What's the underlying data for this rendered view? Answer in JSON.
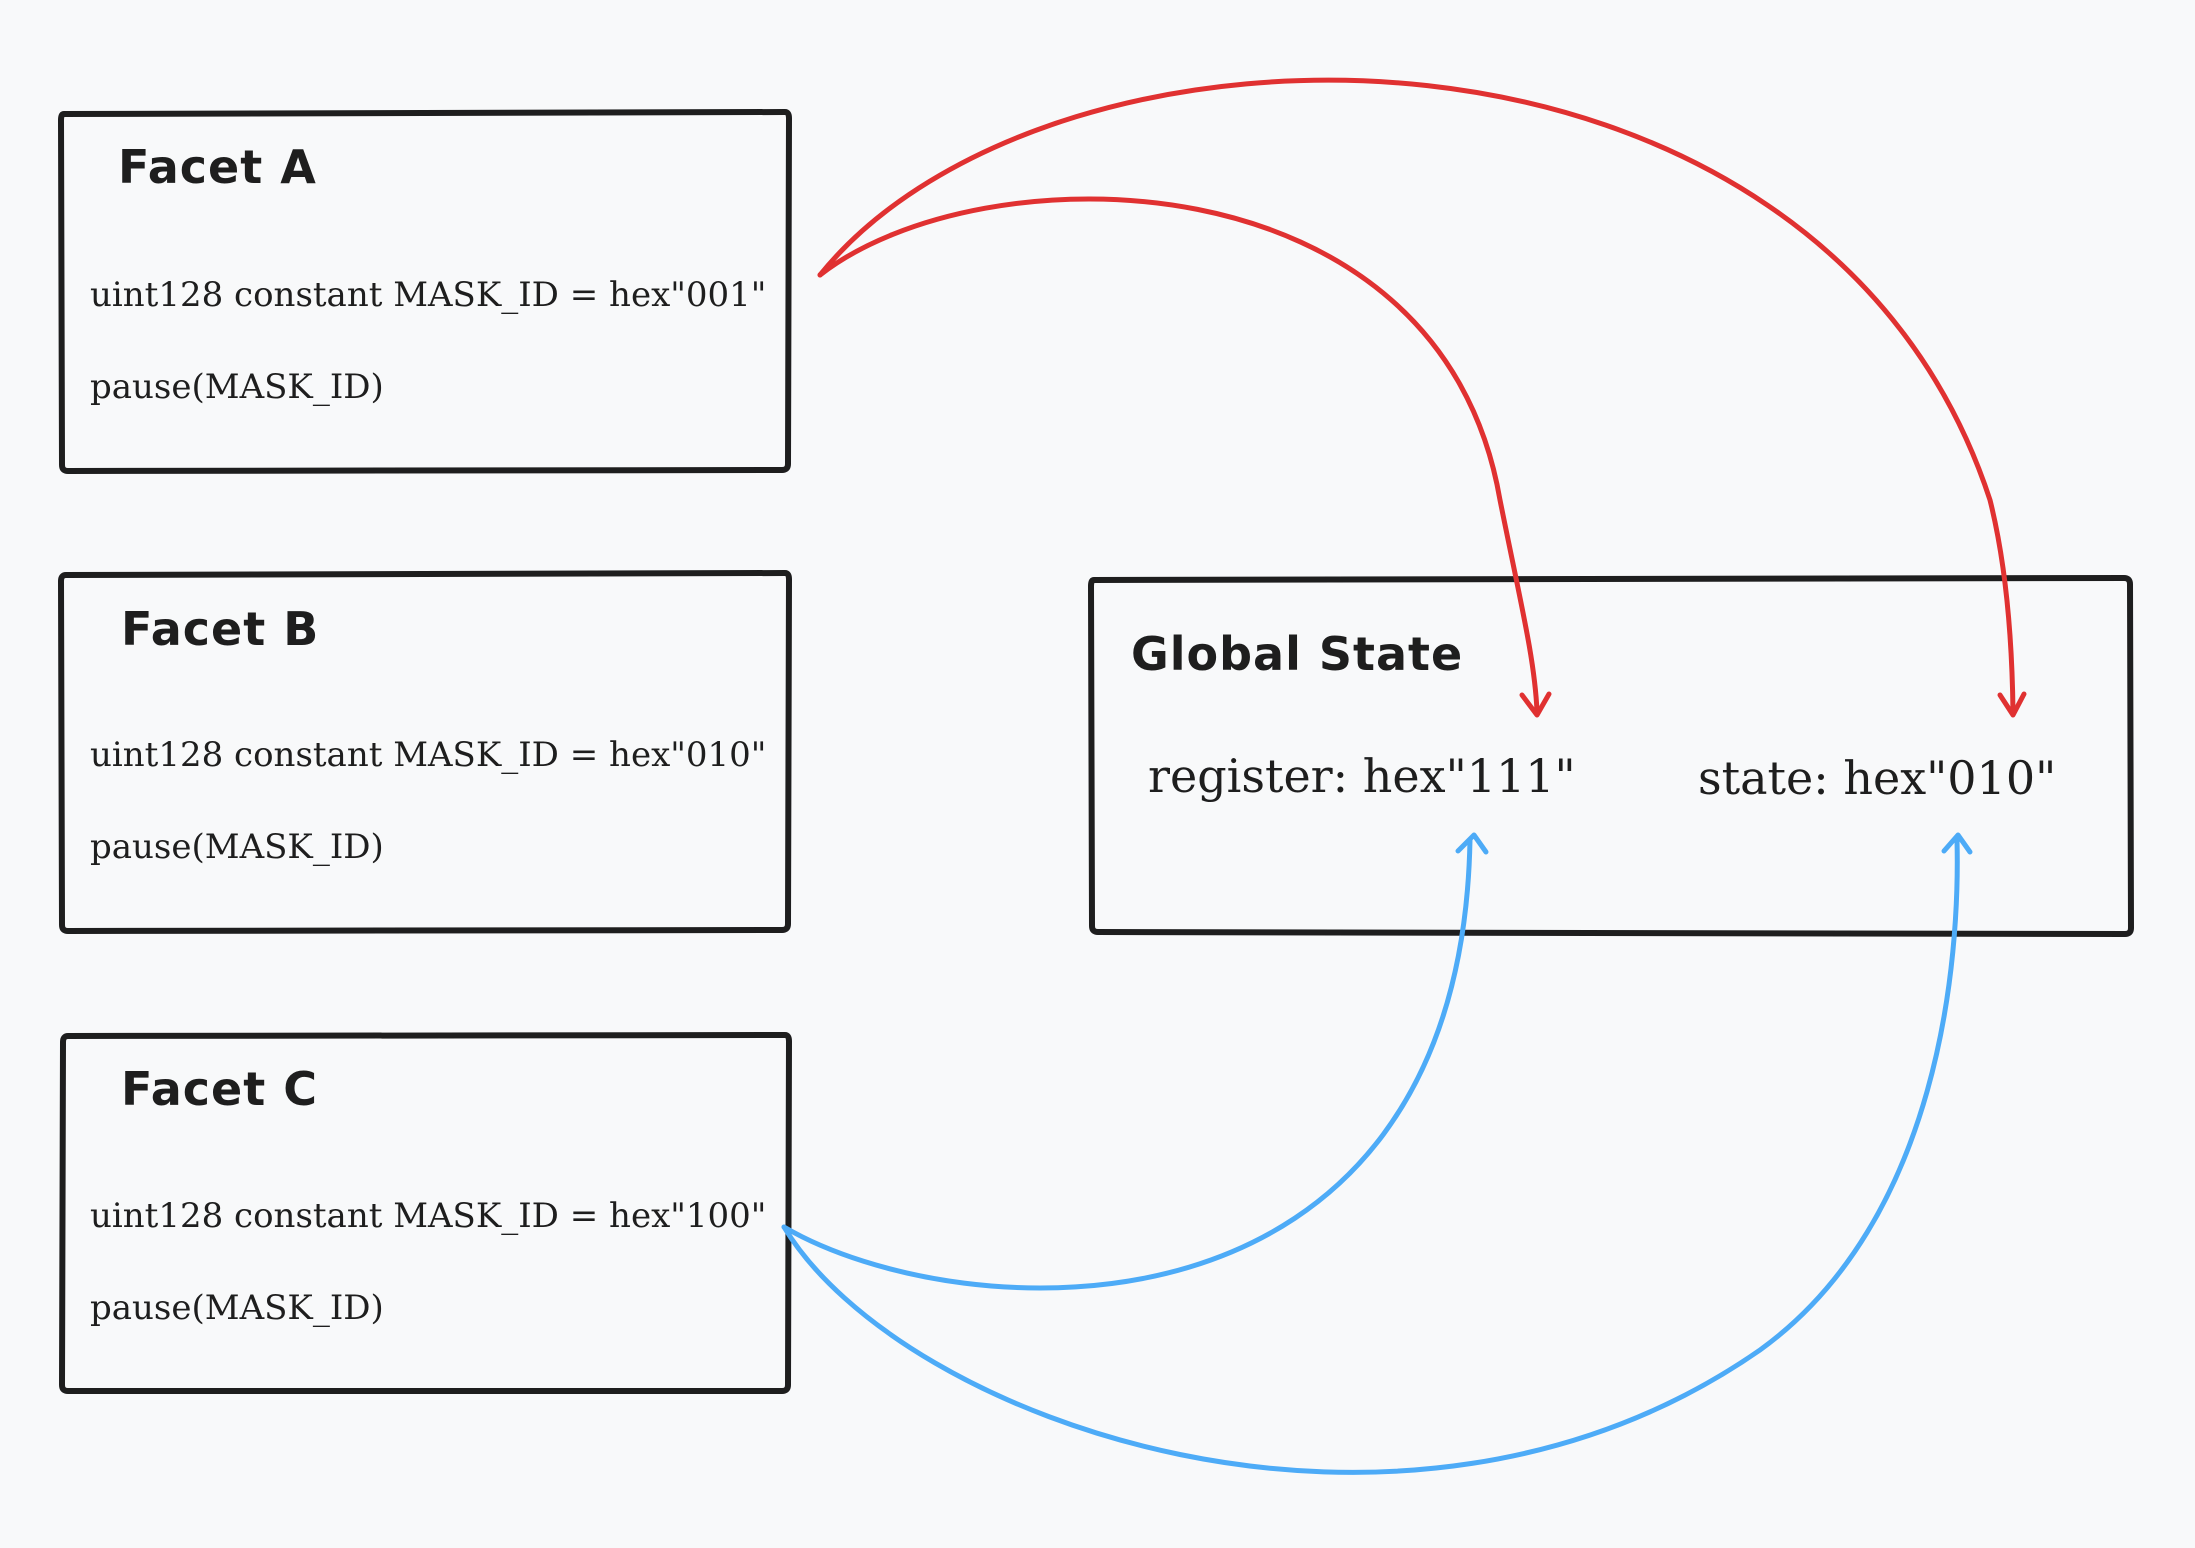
{
  "facets": [
    {
      "title": "Facet A",
      "constant_line": "uint128 constant MASK_ID = hex\"001\"",
      "call_line": "pause(MASK_ID)"
    },
    {
      "title": "Facet B",
      "constant_line": "uint128 constant MASK_ID = hex\"010\"",
      "call_line": "pause(MASK_ID)"
    },
    {
      "title": "Facet C",
      "constant_line": "uint128 constant MASK_ID = hex\"100\"",
      "call_line": "pause(MASK_ID)"
    }
  ],
  "global_state": {
    "title": "Global State",
    "register_text": "register: hex\"111\"",
    "state_text": "state: hex\"010\""
  },
  "colors": {
    "background": "#f8f9fa",
    "stroke": "#1e1e1e",
    "facet_a_arrows": "#e03131",
    "facet_c_arrows": "#4dabf7"
  }
}
